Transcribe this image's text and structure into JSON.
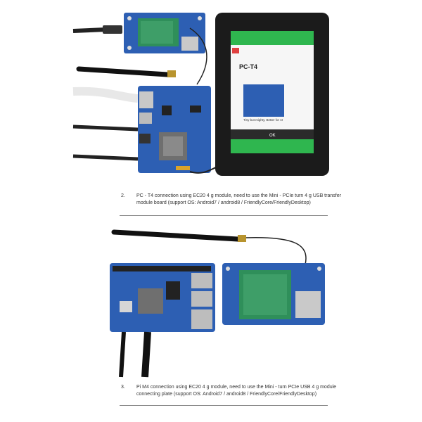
{
  "panel1": {
    "number": "2.",
    "caption": "PC - T4 connection using EC20 4 g module, need to use the Mini - PCIe turn 4 g USB transfer module board (support OS: Android7 / android8 / FriendlyCore/FriendlyDesktop)",
    "screen": {
      "product_title": "PC-T4",
      "tagline": "Tiny but mighty, Better for AI",
      "button_label": "OK"
    }
  },
  "panel2": {
    "number": "3.",
    "caption": "Pi M4 connection using EC20 4 g module, need to use the Mini - turn PCIe USB 4 g module connecting plate (support OS: Android7 / android8 / FriendlyCore/FriendlyDesktop)"
  },
  "colors": {
    "pcb_blue": "#2d5fb3",
    "module_green": "#2f8f5a",
    "tablet_frame": "#1b1b1b",
    "screen_green": "#2fb64f"
  }
}
